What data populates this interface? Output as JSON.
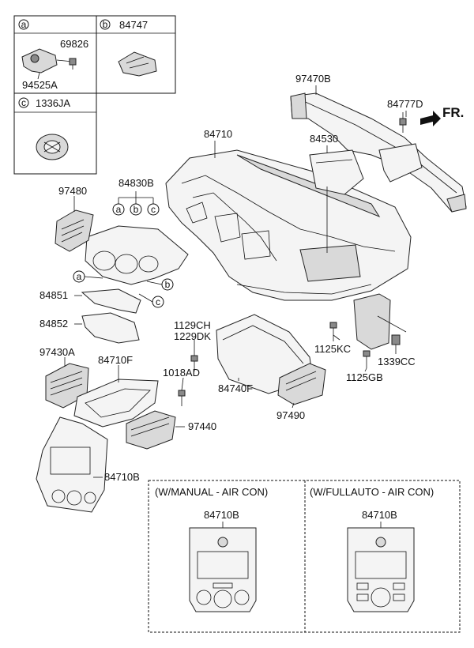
{
  "refs": {
    "a": "a",
    "b": "b",
    "c": "c"
  },
  "boxes": {
    "a_parts": [
      "69826",
      "94525A"
    ],
    "b_part": "84747",
    "c_part": "1336JA"
  },
  "labels": {
    "l97470B": "97470B",
    "l84777D": "84777D",
    "lFR": "FR.",
    "l84710": "84710",
    "l84530": "84530",
    "l97480": "97480",
    "l84830B": "84830B",
    "l84851": "84851",
    "l84852": "84852",
    "l1129CH": "1129CH",
    "l1229DK": "1229DK",
    "l1125KC": "1125KC",
    "l1339CC": "1339CC",
    "l1125GB": "1125GB",
    "l97430A": "97430A",
    "l84710F": "84710F",
    "l1018AD": "1018AD",
    "l84740F": "84740F",
    "l97490": "97490",
    "l97440": "97440",
    "l84710B": "84710B"
  },
  "variants": {
    "manual_title": "(W/MANUAL - AIR CON)",
    "manual_part": "84710B",
    "auto_title": "(W/FULLAUTO - AIR CON)",
    "auto_part": "84710B"
  }
}
